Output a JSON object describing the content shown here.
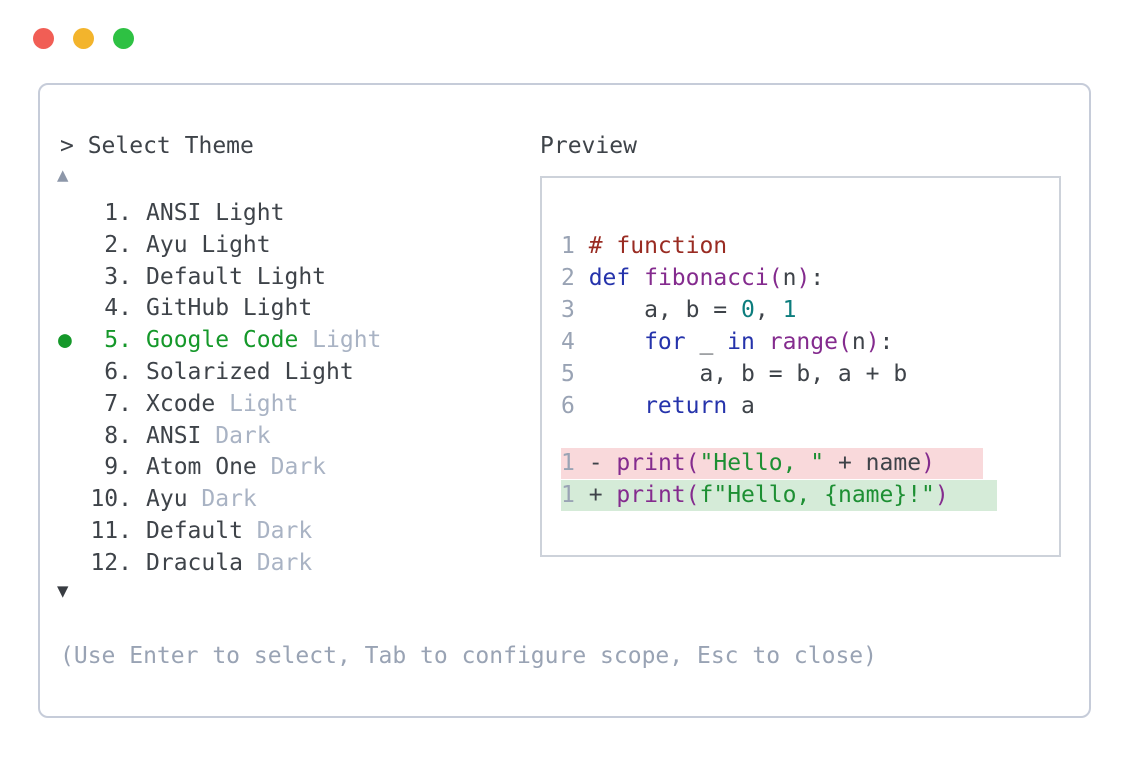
{
  "window": {
    "traffic_lights": {
      "close_color": "#f15e55",
      "minimize_color": "#f3b42c",
      "zoom_color": "#2ec143"
    }
  },
  "picker": {
    "prompt": "> Select Theme",
    "scroll_up": "▲",
    "scroll_down": "▼",
    "selected_marker": "●",
    "items": [
      {
        "number": "1.",
        "name": "ANSI Light",
        "suffix": ""
      },
      {
        "number": "2.",
        "name": "Ayu Light",
        "suffix": ""
      },
      {
        "number": "3.",
        "name": "Default Light",
        "suffix": ""
      },
      {
        "number": "4.",
        "name": "GitHub Light",
        "suffix": ""
      },
      {
        "number": "5.",
        "name": "Google Code",
        "suffix": "Light",
        "selected": true
      },
      {
        "number": "6.",
        "name": "Solarized Light",
        "suffix": ""
      },
      {
        "number": "7.",
        "name": "Xcode",
        "suffix": "Light"
      },
      {
        "number": "8.",
        "name": "ANSI",
        "suffix": "Dark"
      },
      {
        "number": "9.",
        "name": "Atom One",
        "suffix": "Dark"
      },
      {
        "number": "10.",
        "name": "Ayu",
        "suffix": "Dark"
      },
      {
        "number": "11.",
        "name": "Default",
        "suffix": "Dark"
      },
      {
        "number": "12.",
        "name": "Dracula",
        "suffix": "Dark"
      }
    ],
    "help": "(Use Enter to select, Tab to configure scope, Esc to close)"
  },
  "preview": {
    "title": "Preview",
    "code": [
      {
        "num": "1",
        "tokens": [
          {
            "t": "# function"
          }
        ]
      },
      {
        "num": "2",
        "tokens": [
          {
            "t": "def"
          },
          {
            "t": " "
          },
          {
            "t": "fibonacci("
          },
          {
            "t": "n"
          },
          {
            "t": ")"
          },
          {
            "t": ":"
          }
        ]
      },
      {
        "num": "3",
        "tokens": [
          {
            "t": "    a, b = "
          },
          {
            "t": "0"
          },
          {
            "t": ", "
          },
          {
            "t": "1"
          }
        ]
      },
      {
        "num": "4",
        "tokens": [
          {
            "t": "    "
          },
          {
            "t": "for"
          },
          {
            "t": " _ "
          },
          {
            "t": "in"
          },
          {
            "t": " "
          },
          {
            "t": "range("
          },
          {
            "t": "n"
          },
          {
            "t": ")"
          },
          {
            "t": ":"
          }
        ]
      },
      {
        "num": "5",
        "tokens": [
          {
            "t": "        a, b = b, a + b"
          }
        ]
      },
      {
        "num": "6",
        "tokens": [
          {
            "t": "    "
          },
          {
            "t": "return"
          },
          {
            "t": " a"
          }
        ]
      }
    ],
    "diff": [
      {
        "num": "1",
        "tokens": [
          {
            "t": " - "
          },
          {
            "t": "print("
          },
          {
            "t": "\"Hello, \""
          },
          {
            "t": " + name"
          },
          {
            "t": ")"
          }
        ]
      },
      {
        "num": "1",
        "tokens": [
          {
            "t": " + "
          },
          {
            "t": "print("
          },
          {
            "t": "f\"Hello, {name}!\""
          },
          {
            "t": ")"
          }
        ]
      }
    ]
  },
  "colors": {
    "text_dark": "#3e4349",
    "text_muted": "#a9b3c4",
    "help_gray": "#99a3b4",
    "selection_green": "#15982a",
    "keyword_navy": "#2533ab",
    "comment_maroon": "#992b22",
    "function_purple": "#842b8e",
    "number_teal": "#0c7d7d",
    "string_green": "#1d8f33",
    "diff_removed_bg": "#f9d9db",
    "diff_added_bg": "#d5ebd8",
    "window_border": "#c6ccd9"
  }
}
